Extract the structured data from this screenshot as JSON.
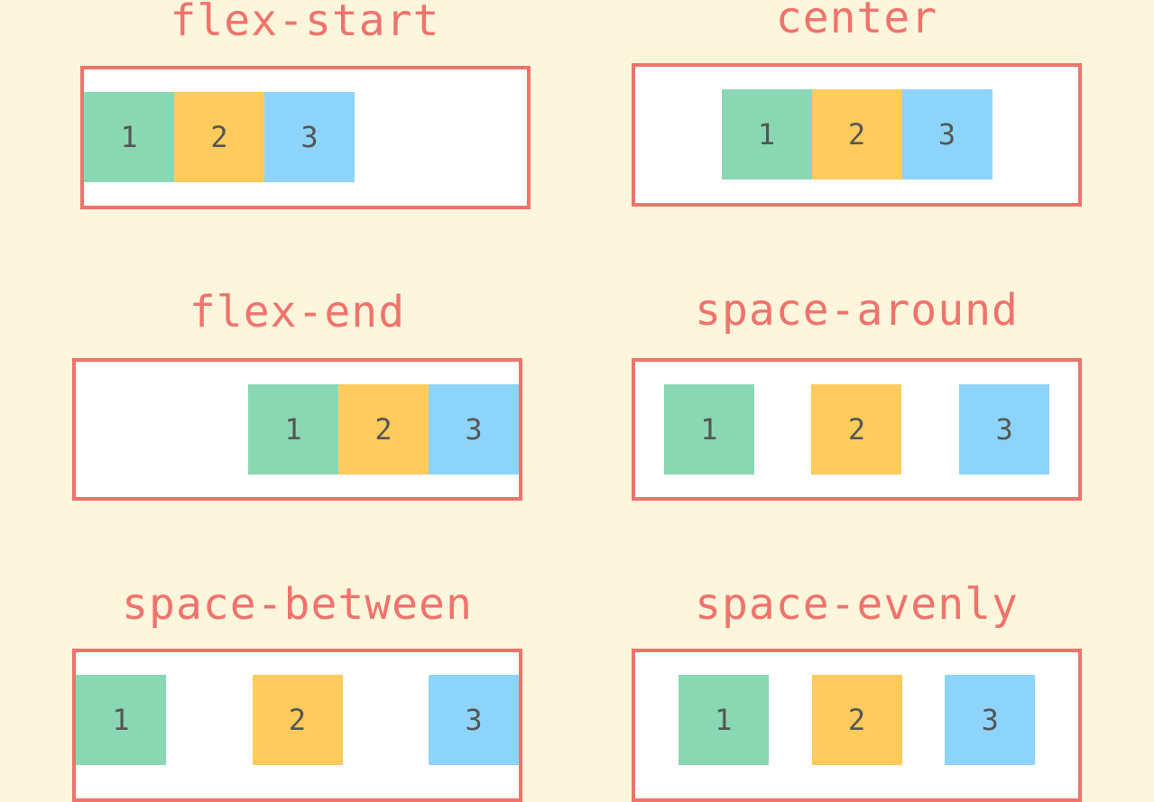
{
  "page": {
    "background": "#fef6dc",
    "accent_color": "#f0736b",
    "item_colors": [
      "#8ad8b3",
      "#fecb5c",
      "#8dd4fb"
    ],
    "text_color": "#555555"
  },
  "panels": [
    {
      "title": "flex-start",
      "justify": "flex-start",
      "items": [
        "1",
        "2",
        "3"
      ]
    },
    {
      "title": "center",
      "justify": "center",
      "items": [
        "1",
        "2",
        "3"
      ]
    },
    {
      "title": "flex-end",
      "justify": "flex-end",
      "items": [
        "1",
        "2",
        "3"
      ]
    },
    {
      "title": "space-around",
      "justify": "space-around",
      "items": [
        "1",
        "2",
        "3"
      ]
    },
    {
      "title": "space-between",
      "justify": "space-between",
      "items": [
        "1",
        "2",
        "3"
      ]
    },
    {
      "title": "space-evenly",
      "justify": "space-evenly",
      "items": [
        "1",
        "2",
        "3"
      ]
    }
  ]
}
